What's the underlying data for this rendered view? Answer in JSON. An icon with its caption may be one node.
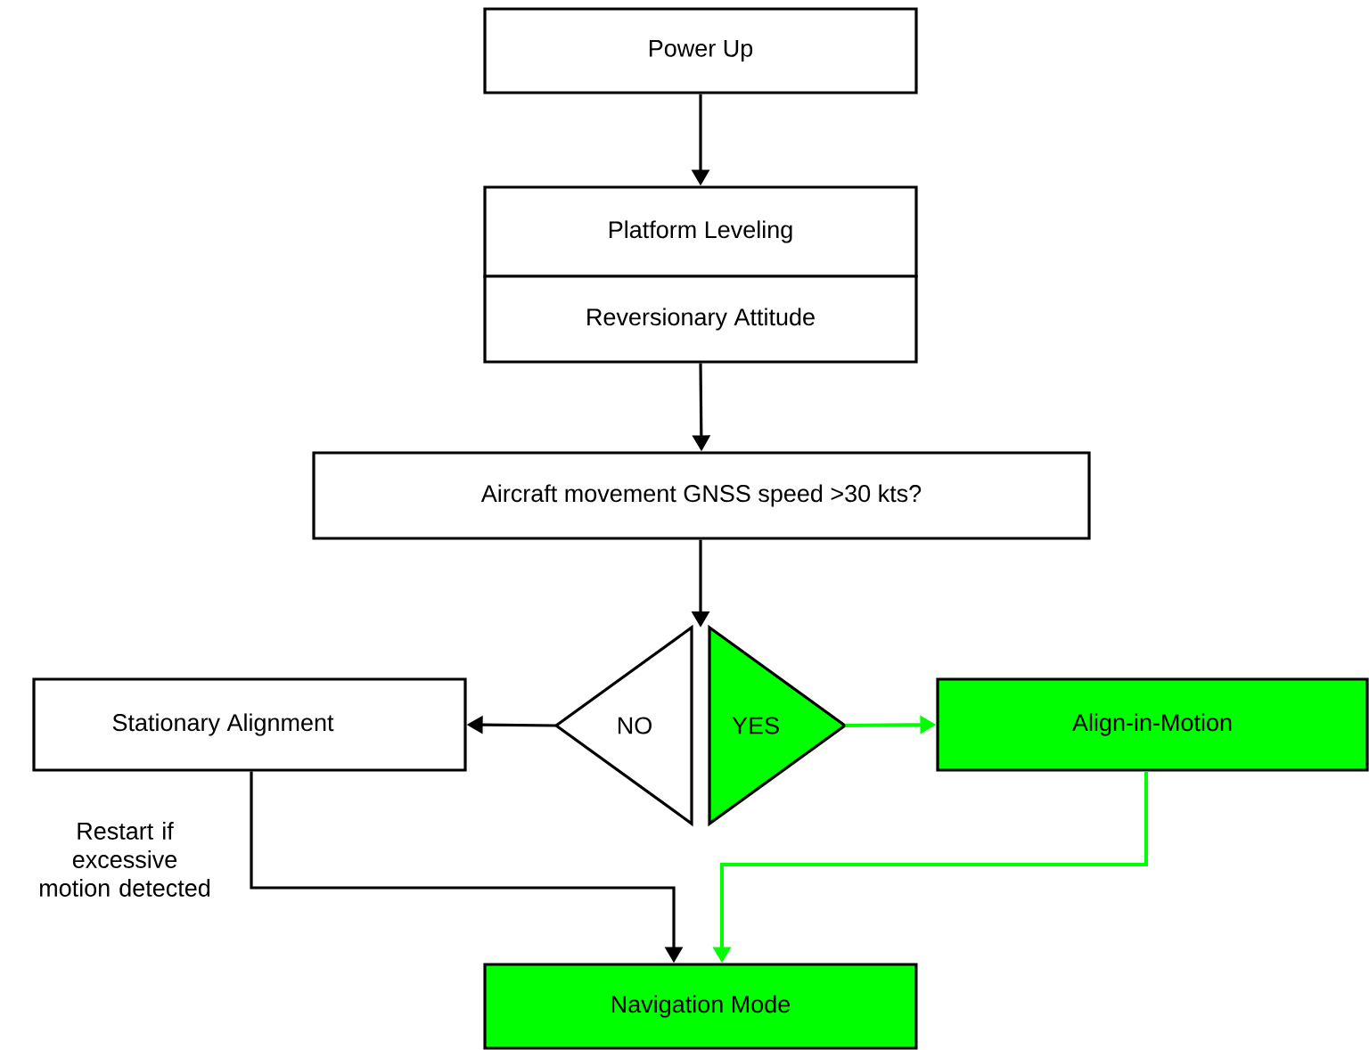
{
  "diagram": {
    "nodes": [
      {
        "text": [
          "Power Up"
        ]
      },
      {
        "text": [
          "Platform Leveling"
        ]
      },
      {
        "text": [
          "Reversionary Attitude"
        ]
      },
      {
        "text": [
          "Aircraft movement GNSS speed >30 kts?"
        ]
      },
      {
        "text": [
          "NO"
        ]
      },
      {
        "text": [
          "YES"
        ]
      },
      {
        "text": [
          "Stationary Alignment"
        ],
        "beside": [
          "Restart if excessive motion detected"
        ]
      },
      {
        "text": [
          "Align-in-Motion"
        ]
      },
      {
        "text": [
          "Navigation Mode"
        ]
      }
    ],
    "edges": [
      {
        "from": 0,
        "to": 1,
        "arrow": "to"
      },
      {
        "from": 2,
        "to": 3,
        "arrow": "to"
      },
      {
        "from": 3,
        "to": 4,
        "arrow": "to"
      },
      {
        "from": 3,
        "to": 5,
        "arrow": "to"
      },
      {
        "from": 4,
        "to": 6,
        "arrow": "to"
      },
      {
        "from": 5,
        "to": 7,
        "arrow": "to",
        "color": "#00ff00"
      },
      {
        "from": 6,
        "to": 8,
        "arrow": "to"
      },
      {
        "from": 7,
        "to": 8,
        "arrow": "to",
        "color": "#00ff00"
      }
    ]
  }
}
